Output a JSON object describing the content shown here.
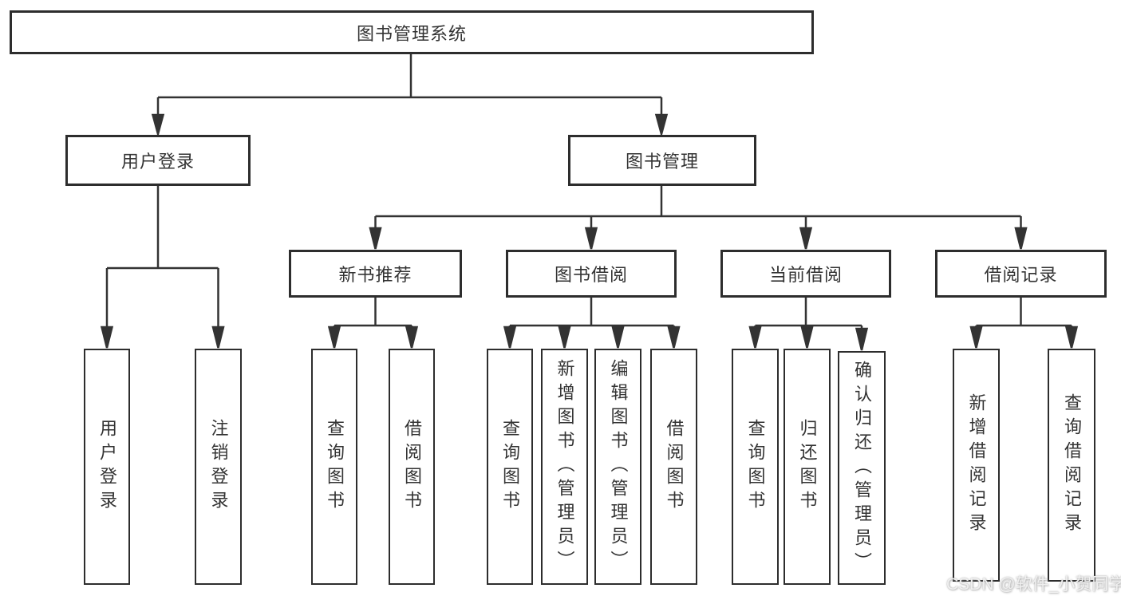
{
  "diagram": {
    "root": {
      "label": "图书管理系统"
    },
    "level2": [
      {
        "label": "用户登录"
      },
      {
        "label": "图书管理"
      }
    ],
    "level3": [
      {
        "label": "新书推荐"
      },
      {
        "label": "图书借阅"
      },
      {
        "label": "当前借阅"
      },
      {
        "label": "借阅记录"
      }
    ],
    "leaves": {
      "user_login": [
        "用户登录",
        "注销登录"
      ],
      "new_books": [
        "查询图书",
        "借阅图书"
      ],
      "book_borrow": [
        "查询图书",
        "新增图书（管理员）",
        "编辑图书（管理员）",
        "借阅图书"
      ],
      "current_borrow": [
        "查询图书",
        "归还图书",
        "确认归还（管理员）"
      ],
      "borrow_records": [
        "新增借阅记录",
        "查询借阅记录"
      ]
    }
  },
  "watermark": {
    "text": "CSDN @软件_小贺同学"
  },
  "colors": {
    "background": "#ffffff",
    "line": "#333333",
    "box_border": "#2d2d2d",
    "text": "#333333",
    "watermark_text": "#f0f0f0"
  }
}
